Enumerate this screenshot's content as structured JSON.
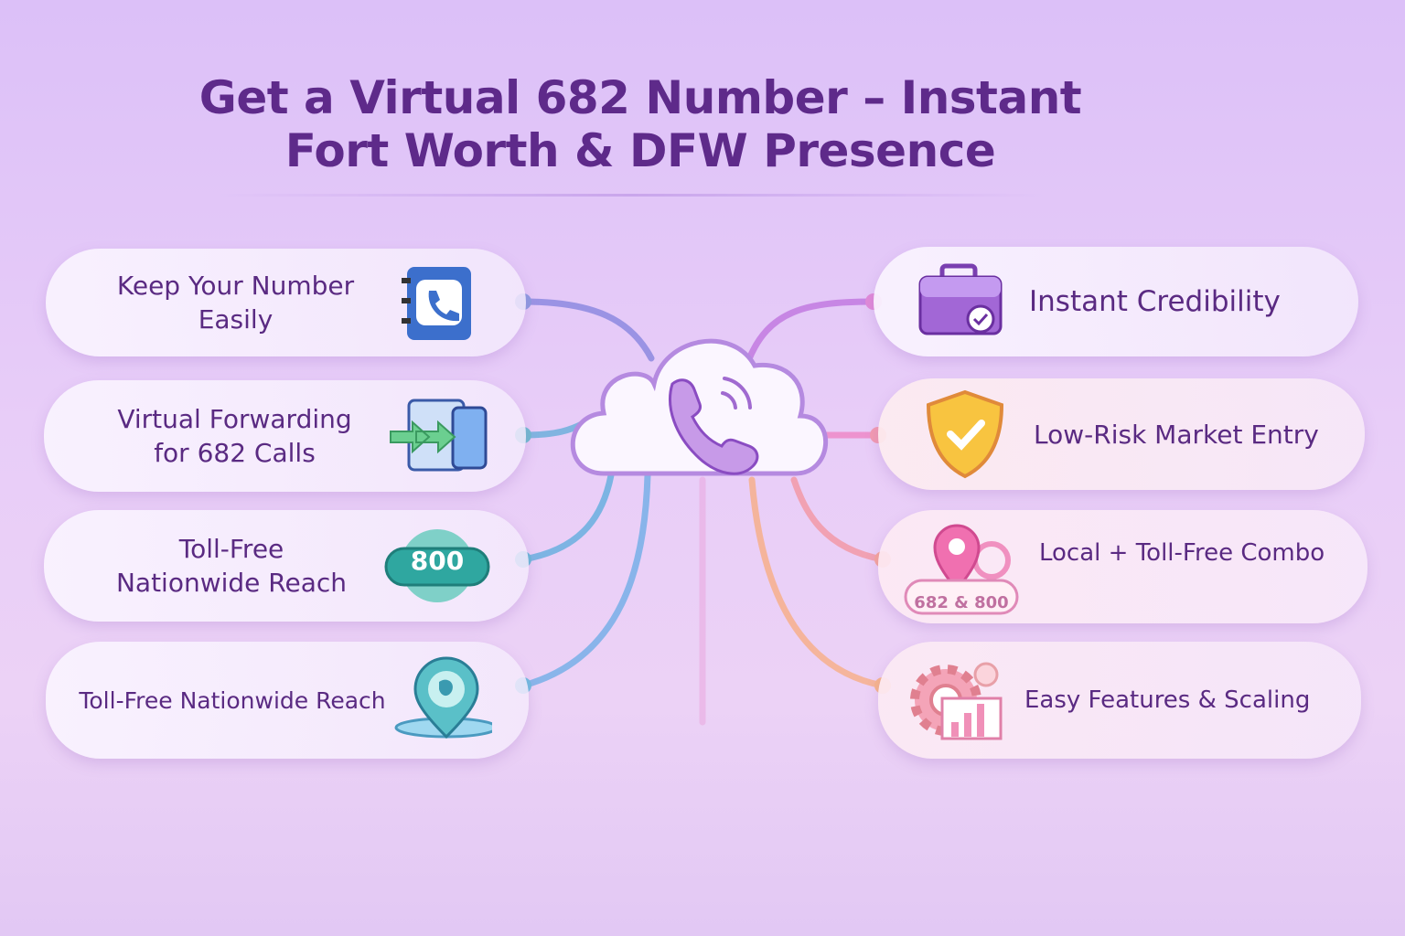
{
  "title": {
    "line1": "Get a Virtual 682 Number – Instant",
    "line2": "Fort Worth & DFW Presence"
  },
  "hub": {
    "icon": "cloud-phone-icon"
  },
  "left_items": [
    {
      "label": "Keep Your Number Easily",
      "icon": "phone-book-icon"
    },
    {
      "label": "Virtual Forwarding for 682 Calls",
      "icon": "forwarding-phone-icon"
    },
    {
      "label": "Toll-Free Nationwide Reach",
      "icon": "toll-free-800-icon",
      "badge": "800"
    },
    {
      "label": "Toll-Free Nationwide Reach",
      "icon": "globe-pin-icon"
    }
  ],
  "right_items": [
    {
      "label": "Instant Credibility",
      "icon": "briefcase-check-icon"
    },
    {
      "label": "Low-Risk Market Entry",
      "icon": "shield-check-icon"
    },
    {
      "label": "Local + Toll-Free Combo",
      "icon": "location-pin-icon",
      "badge": "682 & 800"
    },
    {
      "label": "Easy Features & Scaling",
      "icon": "gear-chart-icon"
    }
  ],
  "colors": {
    "title": "#5e2a8a",
    "accent": "#9b59d0"
  }
}
